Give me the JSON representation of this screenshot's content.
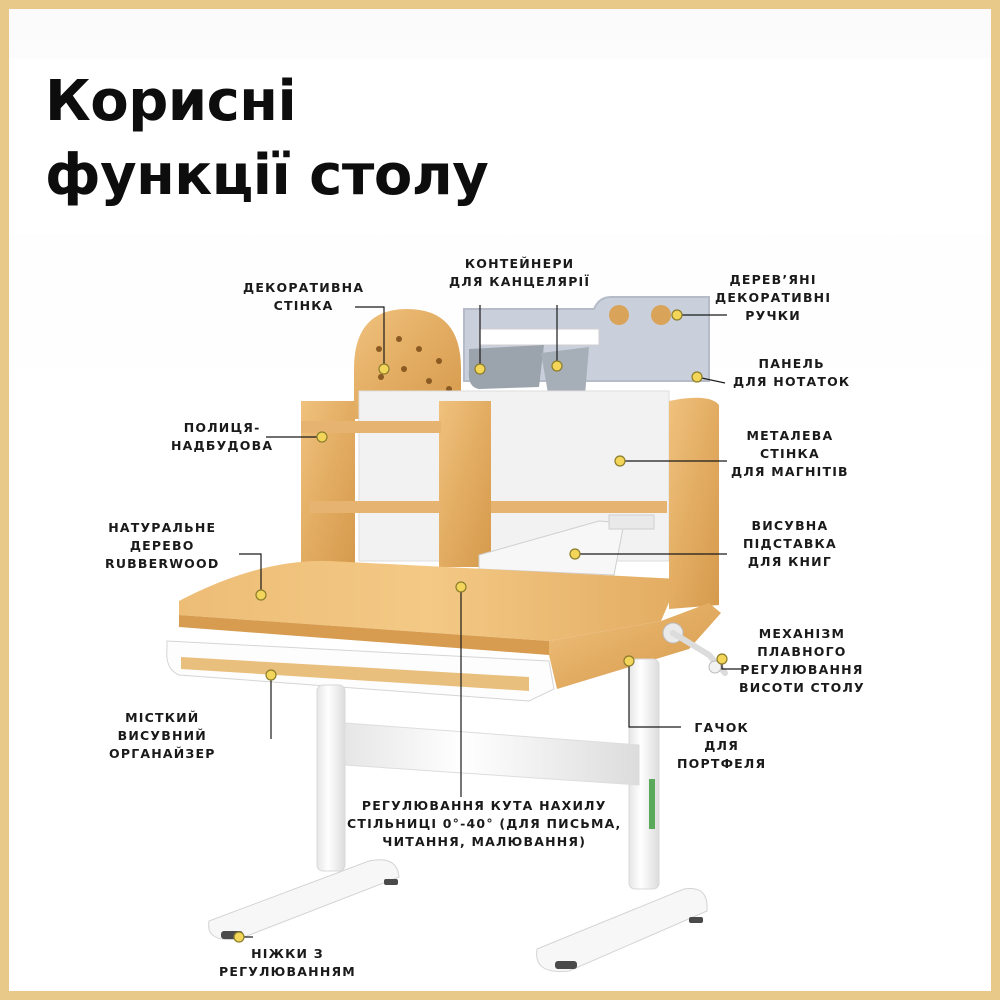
{
  "title": {
    "line1": "Корисні",
    "line2": "функції столу"
  },
  "colors": {
    "frame": "#e8c98a",
    "wood": "#e0ad62",
    "marker": "#f3d55a",
    "white_steel": "#f4f4f4"
  },
  "labels": {
    "decorative_wall": {
      "l1": "ДЕКОРАТИВНА",
      "l2": "СТІНКА"
    },
    "containers": {
      "l1": "КОНТЕЙНЕРИ",
      "l2": "ДЛЯ КАНЦЕЛЯРІЇ"
    },
    "wooden_knobs": {
      "l1": "ДЕРЕВ’ЯНІ",
      "l2": "ДЕКОРАТИВНІ",
      "l3": "РУЧКИ"
    },
    "notes_panel": {
      "l1": "ПАНЕЛЬ",
      "l2": "ДЛЯ НОТАТОК"
    },
    "shelf": {
      "l1": "ПОЛИЦЯ-",
      "l2": "НАДБУДОВА"
    },
    "metal_wall": {
      "l1": "МЕТАЛЕВА",
      "l2": "СТІНКА",
      "l3": "ДЛЯ МАГНІТІВ"
    },
    "rubberwood": {
      "l1": "НАТУРАЛЬНЕ",
      "l2": "ДЕРЕВО",
      "l3": "RUBBERWOOD"
    },
    "book_stand": {
      "l1": "ВИСУВНА",
      "l2": "ПІДСТАВКА",
      "l3": "ДЛЯ КНИГ"
    },
    "height_mechanism": {
      "l1": "МЕХАНІЗМ",
      "l2": "ПЛАВНОГО",
      "l3": "РЕГУЛЮВАННЯ",
      "l4": "ВИСОТИ СТОЛУ"
    },
    "organizer": {
      "l1": "МІСТКИЙ",
      "l2": "ВИСУВНИЙ",
      "l3": "ОРГАНАЙЗЕР"
    },
    "hook": {
      "l1": "ГАЧОК",
      "l2": "ДЛЯ",
      "l3": "ПОРТФЕЛЯ"
    },
    "tilt": {
      "l1": "РЕГУЛЮВАННЯ КУТА НАХИЛУ",
      "l2": "СТІЛЬНИЦІ 0°-40° (ДЛЯ ПИСЬМА,",
      "l3": "ЧИТАННЯ, МАЛЮВАННЯ)"
    },
    "feet": {
      "l1": "НІЖКИ З",
      "l2": "РЕГУЛЮВАННЯМ"
    }
  }
}
